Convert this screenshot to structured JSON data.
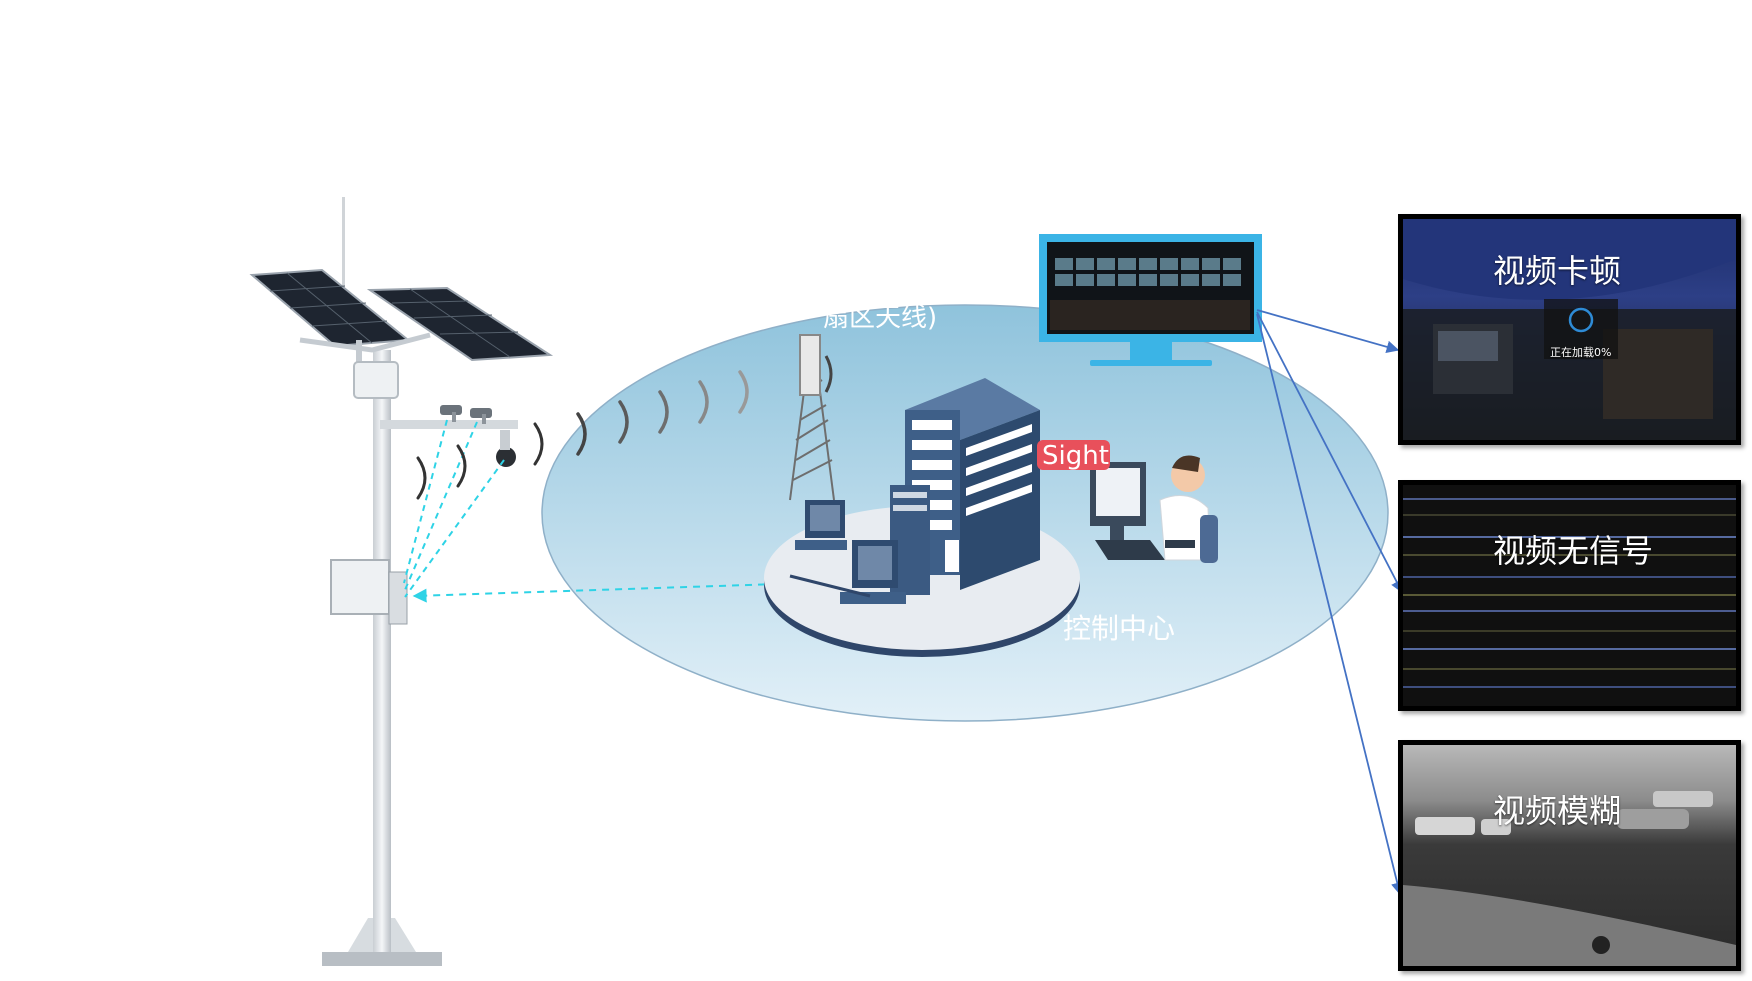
{
  "labels": {
    "antenna": "扇区天线)",
    "control_center": "控制中心",
    "software_logo": "Sight"
  },
  "panels": [
    {
      "title": "视频卡顿",
      "overlay": "正在加载0%"
    },
    {
      "title": "视频无信号"
    },
    {
      "title": "视频模糊"
    }
  ],
  "colors": {
    "ellipse_top": "#8fc3dc",
    "ellipse_bottom": "#dcedf6",
    "arrow": "#4472c4",
    "dashed_link": "#2ed3e6",
    "building": "#3e5f88",
    "logo_bg": "#e8505b"
  }
}
